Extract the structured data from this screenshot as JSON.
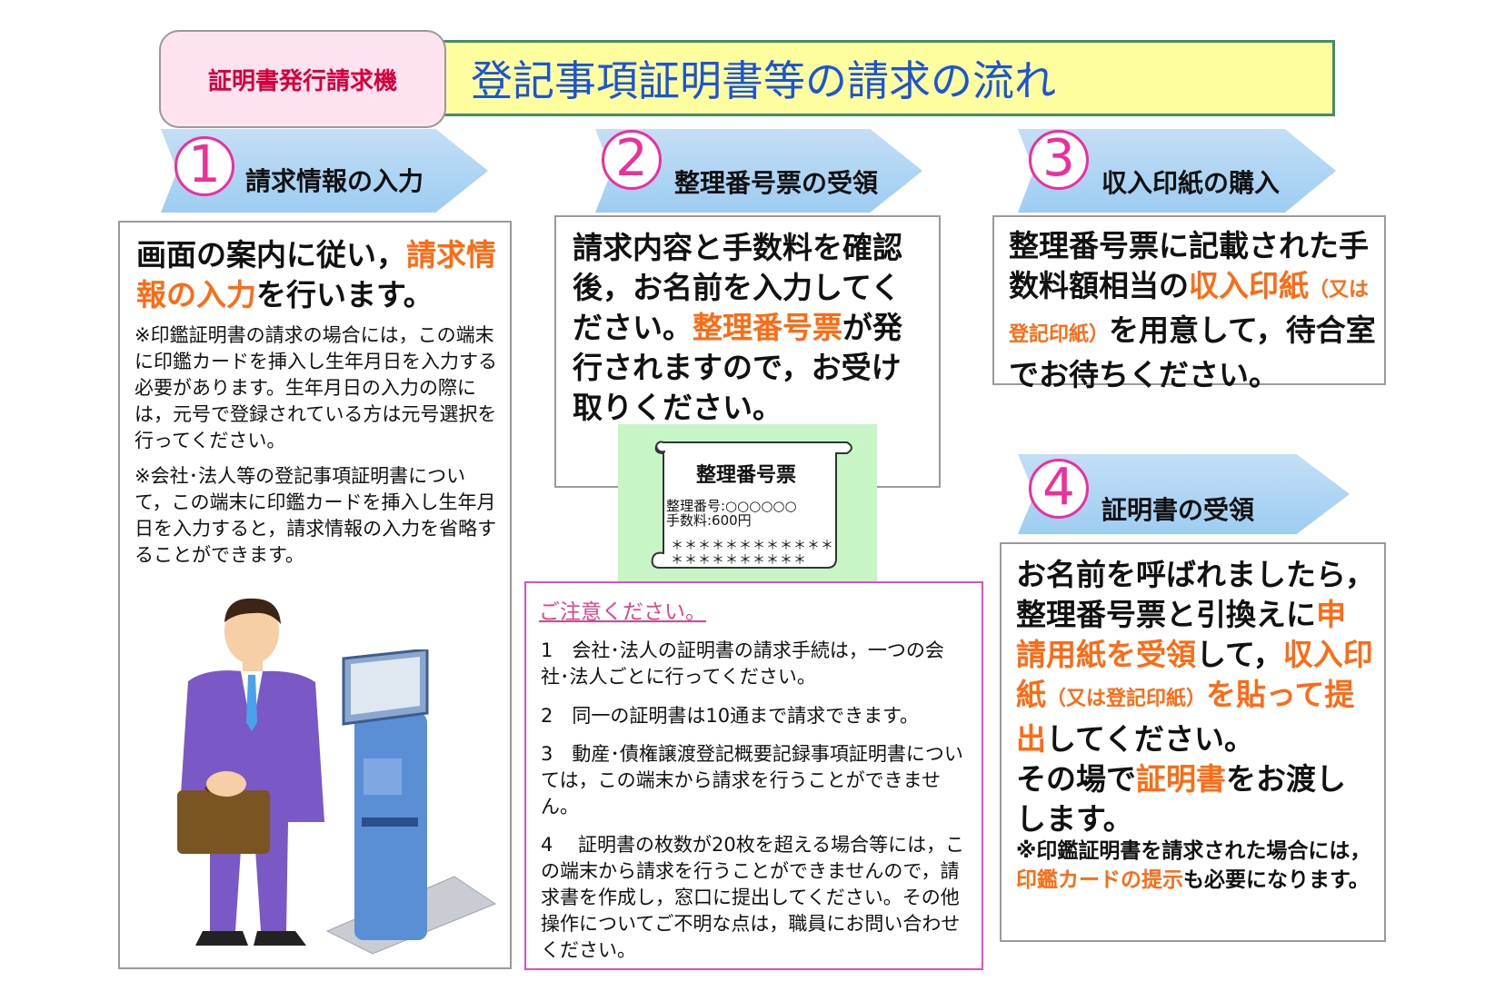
{
  "header": {
    "machine_label": "証明書発行請求機",
    "title": "登記事項証明書等の請求の流れ"
  },
  "steps": [
    {
      "number": "1",
      "label": "請求情報の入力"
    },
    {
      "number": "2",
      "label": "整理番号票の受領"
    },
    {
      "number": "3",
      "label": "収入印紙の購入"
    },
    {
      "number": "4",
      "label": "証明書の受領"
    }
  ],
  "step1": {
    "main": [
      "画面の案内に従い，",
      "請求情報の入力",
      "を行います。"
    ],
    "note1": "※印鑑証明書の請求の場合には，この端末に印鑑カードを挿入し生年月日を入力する必要があります。生年月日の入力の際には，元号で登録されている方は元号選択を行ってください。",
    "note2": "※会社･法人等の登記事項証明書について，この端末に印鑑カードを挿入し生年月日を入力すると，請求情報の入力を省略することができます。"
  },
  "step2": {
    "main": [
      "請求内容と手数料を確認後，お名前を入力してください。",
      "整理番号票",
      "が発行されますので，お受け取りください。"
    ],
    "ticket": {
      "title": "整理番号票",
      "number_line": "整理番号:○○○○○○",
      "fee_line": "手数料:600円",
      "stars": "＊＊＊＊＊＊＊＊＊＊＊＊＊＊＊＊＊＊＊＊＊＊"
    }
  },
  "step3": {
    "main": [
      "整理番号票に記載された手数料額相当の",
      "収入印紙",
      "（又は登記印紙）",
      "を用意して，待合室でお待ちください。"
    ]
  },
  "step4": {
    "main": [
      "お名前を呼ばれましたら，整理番号票と引換えに",
      "申請用紙を受領",
      "して，",
      "収入印紙",
      "（又は登記印紙）",
      "を貼って提出",
      "してください。",
      "その場で",
      "証明書",
      "をお渡しします。"
    ],
    "note": [
      "※印鑑証明書を請求された場合には，",
      "印鑑カードの提示",
      "も必要になります。"
    ]
  },
  "notice": {
    "title": "ご注意ください。",
    "items": [
      "1　会社･法人の証明書の請求手続は，一つの会社･法人ごとに行ってください。",
      "2　同一の証明書は10通まで請求できます。",
      "3　動産･債権譲渡登記概要記録事項証明書については，この端末から請求を行うことができません。",
      "4　 証明書の枚数が20枚を超える場合等には，この端末から請求を行うことができませんので，請求書を作成し，窓口に提出してください。その他操作についてご不明な点は，職員にお問い合わせください。"
    ]
  },
  "colors": {
    "accent": "#ff6a13",
    "title_blue": "#1a55d8",
    "number_pink": "#ee2e9b",
    "badge_red": "#d8003a"
  }
}
